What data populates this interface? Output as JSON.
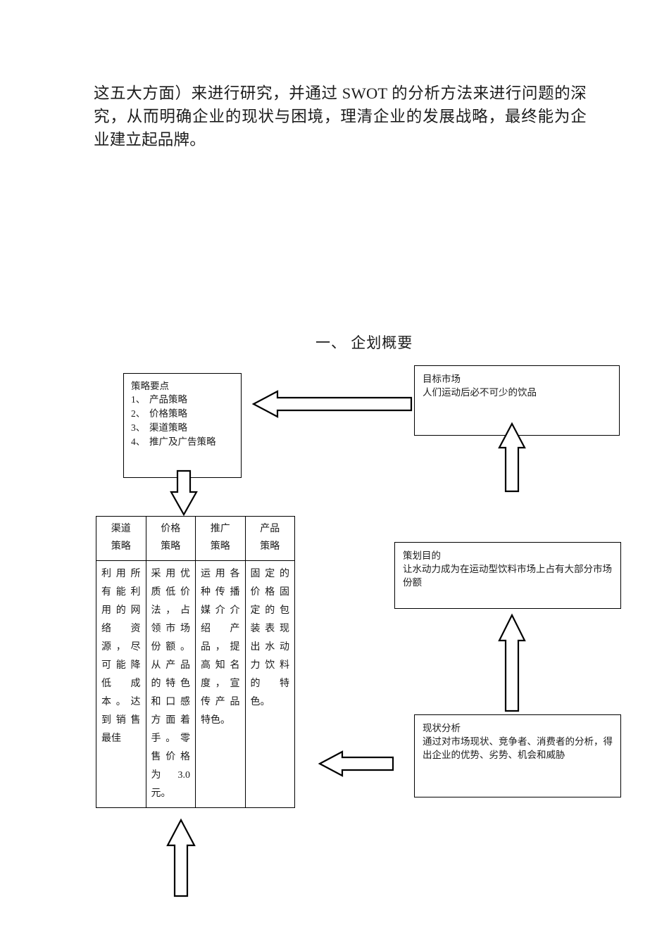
{
  "document": {
    "intro_paragraph": "这五大方面）来进行研究，并通过 SWOT 的分析方法来进行问题的深究，从而明确企业的现状与困境，理清企业的发展战略，最终能为企业建立起品牌。",
    "section_heading": "一、 企划概要"
  },
  "boxes": {
    "strategy_points": {
      "title": "策略要点",
      "items": [
        {
          "num": "1、",
          "label": "产品策略"
        },
        {
          "num": "2、",
          "label": "价格策略"
        },
        {
          "num": "3、",
          "label": "渠道策略"
        },
        {
          "num": "4、",
          "label": "推广及广告策略"
        }
      ]
    },
    "target_market": {
      "title": "目标市场",
      "body": "人们运动后必不可少的饮品"
    },
    "planning_purpose": {
      "title": "策划目的",
      "body": "让水动力成为在运动型饮料市场上占有大部分市场份额"
    },
    "current_situation": {
      "title": "现状分析",
      "body": "通过对市场现状、竞争者、消费者的分析，得出企业的优势、劣势、机会和威胁"
    }
  },
  "strategy_table": {
    "headers": [
      {
        "line1": "渠道",
        "line2": "策略"
      },
      {
        "line1": "价格",
        "line2": "策略"
      },
      {
        "line1": "推广",
        "line2": "策略"
      },
      {
        "line1": "产品",
        "line2": "策略"
      }
    ],
    "cells": [
      "利用所有能利用的网络资源，尽可能降低成本。达到销售最佳",
      "采用优质低价法，占领市场份额。从产品的特色和口感方面着手。零售价格为 3.0 元。",
      "运用各种传播媒介介绍产品，提高知名度，宣传产品特色。",
      "固定的价格固定的包装表现出水动力饮料的特色。"
    ]
  },
  "arrows": {
    "target_to_strategy": "left-arrow",
    "strategy_to_table": "down-arrow",
    "purpose_to_target": "up-arrow",
    "situation_to_purpose": "up-arrow",
    "situation_to_table": "left-arrow",
    "bottom_to_table": "up-arrow"
  },
  "colors": {
    "text": "#1c1c1c",
    "border": "#000000",
    "background": "#ffffff"
  }
}
